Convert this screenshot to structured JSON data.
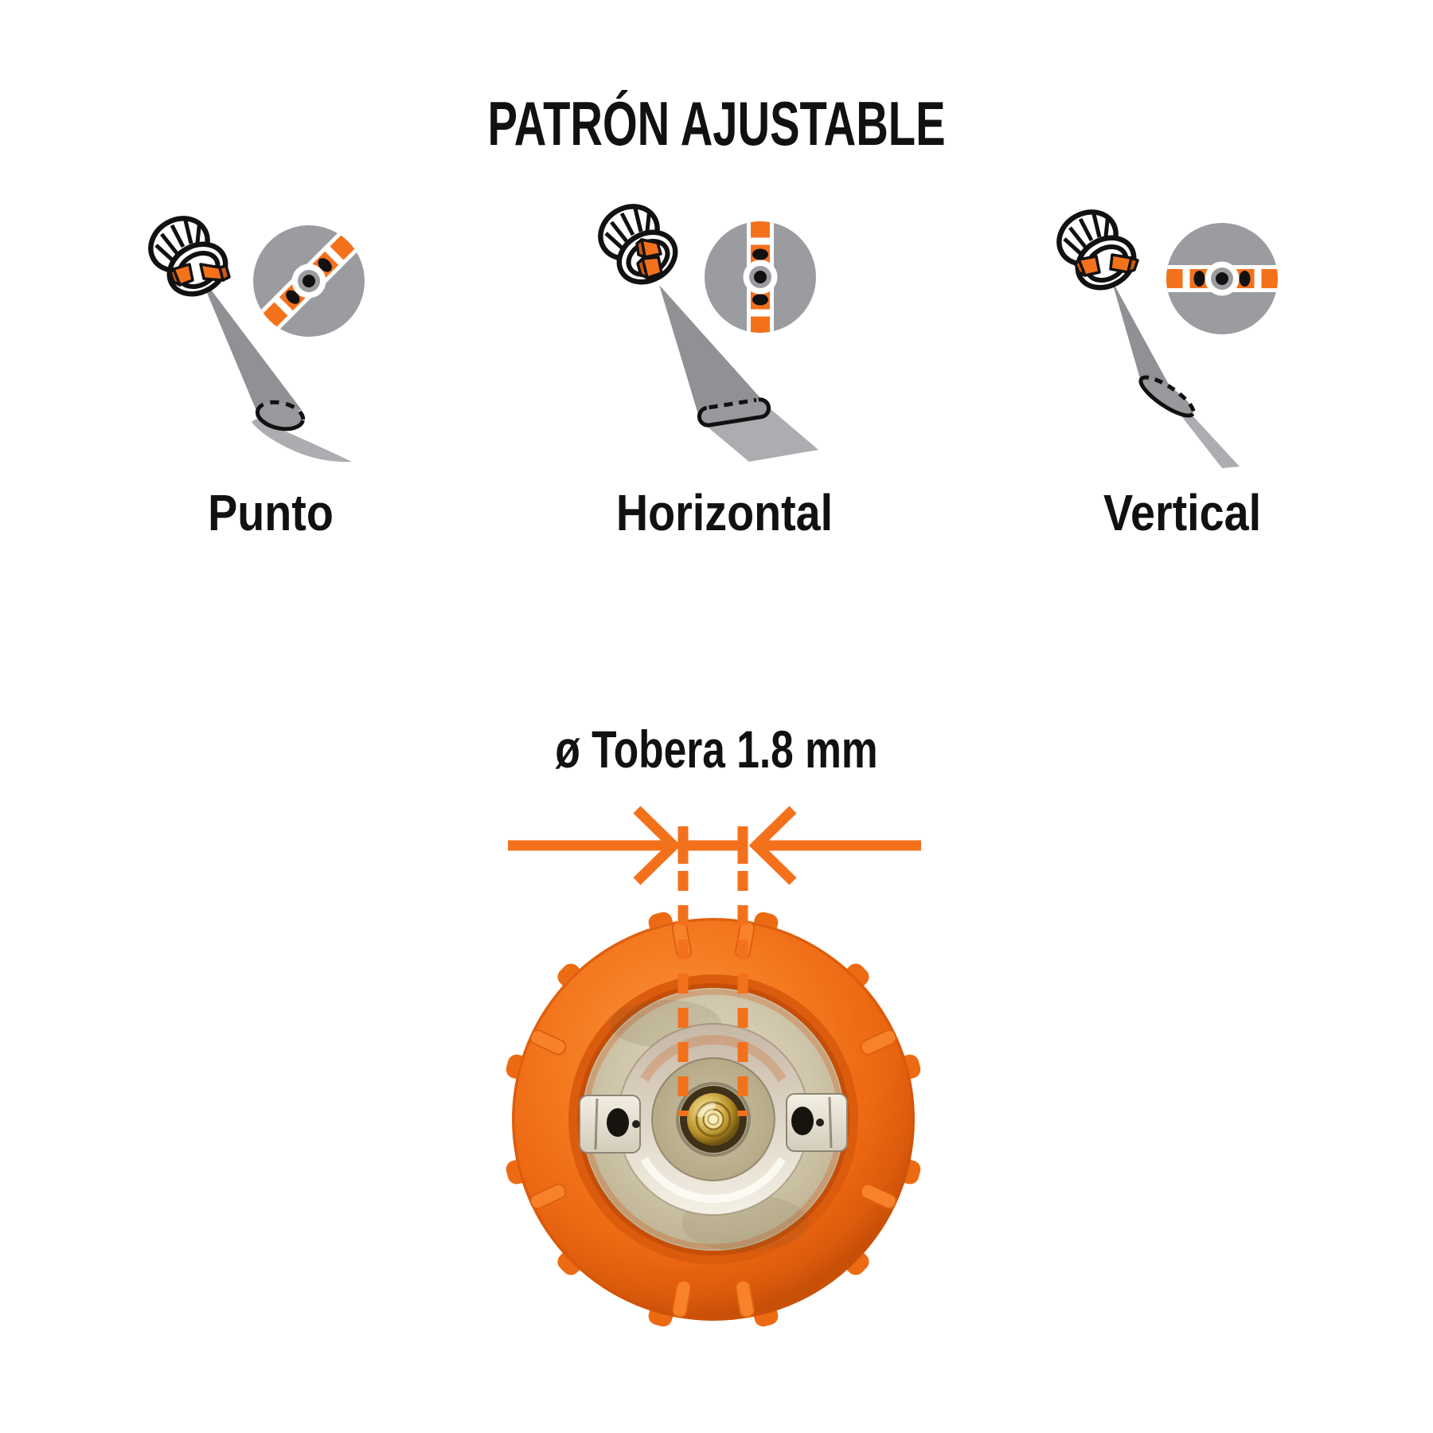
{
  "title": "PATRÓN AJUSTABLE",
  "patterns": [
    {
      "label": "Punto",
      "icon": "spray-pattern-spot"
    },
    {
      "label": "Horizontal",
      "icon": "spray-pattern-horizontal"
    },
    {
      "label": "Vertical",
      "icon": "spray-pattern-vertical"
    }
  ],
  "nozzle": {
    "dimension_label": "ø Tobera 1.8 mm"
  },
  "colors": {
    "accent_orange": "#F4711C",
    "dark_orange": "#D25A0A",
    "illustration_gray": "#97999C",
    "light_gray": "#ABADB0",
    "line_black": "#111111"
  }
}
